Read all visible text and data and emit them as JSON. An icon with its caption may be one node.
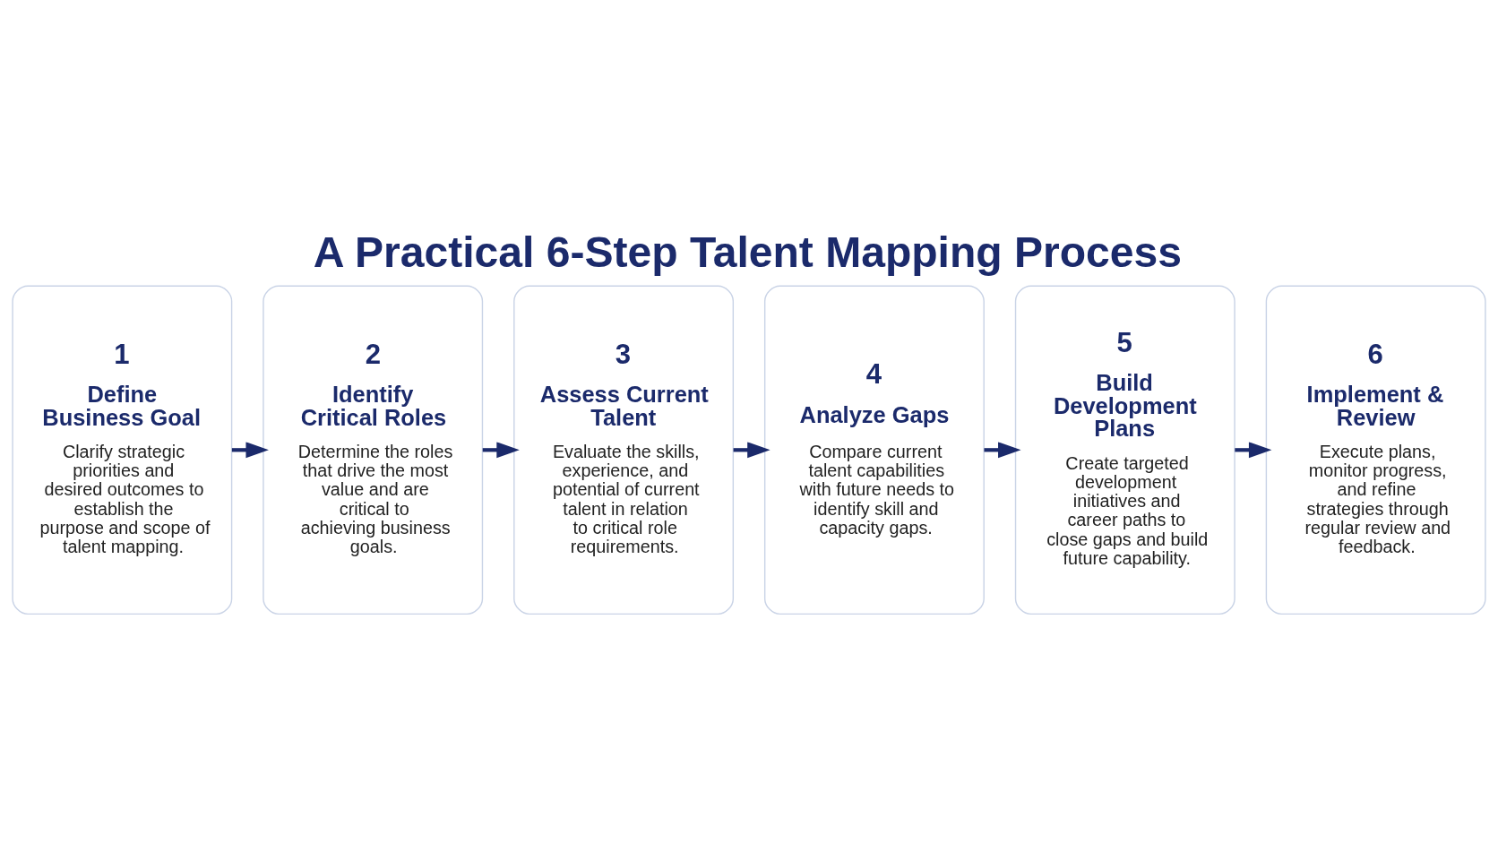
{
  "diagram": {
    "title": "A Practical 6-Step Talent Mapping Process",
    "nodes": [
      {
        "text": [
          "1",
          "Define Business Goal",
          "Clarify strategic priorities and desired outcomes to establish the purpose and scope of talent mapping."
        ]
      },
      {
        "text": [
          "2",
          "Identify Critical Roles",
          "Determine the roles that drive the most value and are critical to achieving business goals."
        ]
      },
      {
        "text": [
          "3",
          "Assess Current Talent",
          "Evaluate the skills, experience, and potential of current talent in relation to critical role requirements."
        ]
      },
      {
        "text": [
          "4",
          "Analyze Gaps",
          "Compare current talent capabilities with future needs to identify skill and capacity gaps."
        ]
      },
      {
        "text": [
          "5",
          "Build Development Plans",
          "Create targeted development initiatives and career paths to close gaps and build future capability."
        ]
      },
      {
        "text": [
          "6",
          "Implement & Review",
          "Execute plans, monitor progress, and refine strategies through regular review and feedback."
        ]
      }
    ],
    "edges": [
      {
        "from": 0,
        "to": 1,
        "arrow": "to"
      },
      {
        "from": 1,
        "to": 2,
        "arrow": "to"
      },
      {
        "from": 2,
        "to": 3,
        "arrow": "to"
      },
      {
        "from": 3,
        "to": 4,
        "arrow": "to"
      },
      {
        "from": 4,
        "to": 5,
        "arrow": "to"
      }
    ]
  }
}
